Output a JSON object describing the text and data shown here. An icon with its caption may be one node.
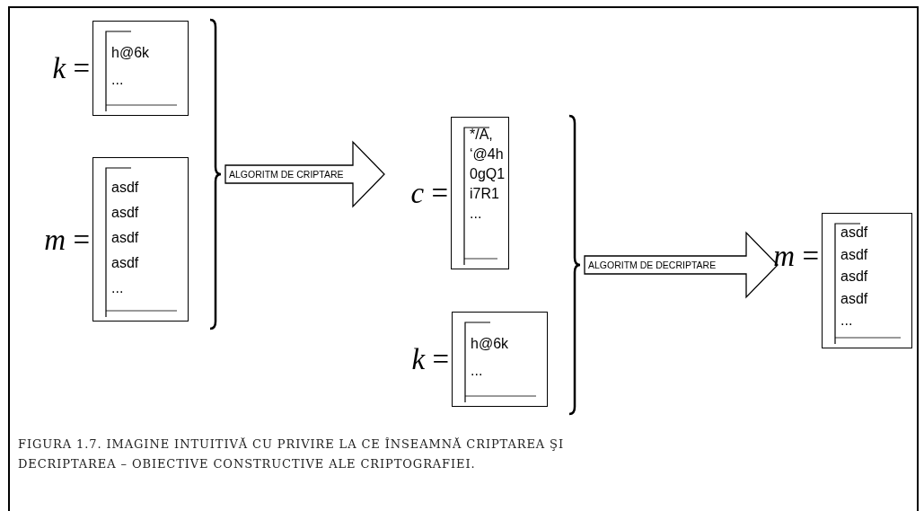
{
  "diagram": {
    "caption": "FIGURA 1.7. IMAGINE INTUITIVĂ CU PRIVIRE LA CE ÎNSEAMNĂ CRIPTAREA ŞI DECRIPTAREA – OBIECTIVE CONSTRUCTIVE ALE CRIPTOGRAFIEI.",
    "nodes": [
      {
        "text": [
          "h@6k",
          "..."
        ],
        "beside": [
          "*k* ="
        ]
      },
      {
        "text": [
          "asdf",
          "asdf",
          "asdf",
          "asdf",
          "..."
        ],
        "beside": [
          "*m* ="
        ]
      },
      {
        "text": [
          "*/A,",
          "‘@4h",
          "0gQ1",
          "i7R1",
          "..."
        ],
        "beside": [
          "*c* ="
        ]
      },
      {
        "text": [
          "h@6k",
          "..."
        ],
        "beside": [
          "*k* ="
        ]
      },
      {
        "text": [
          "asdf",
          "asdf",
          "asdf",
          "asdf",
          "..."
        ],
        "beside": [
          "*m* ="
        ]
      }
    ],
    "edges": [
      {
        "from": 0,
        "to": 2,
        "arrow": "to",
        "label": "ALGORITM DE CRIPTARE"
      },
      {
        "from": 1,
        "to": 2,
        "arrow": "to"
      },
      {
        "from": 2,
        "to": 4,
        "arrow": "to",
        "label": "ALGORITM DE DECRIPTARE"
      },
      {
        "from": 3,
        "to": 4,
        "arrow": "to"
      }
    ]
  }
}
